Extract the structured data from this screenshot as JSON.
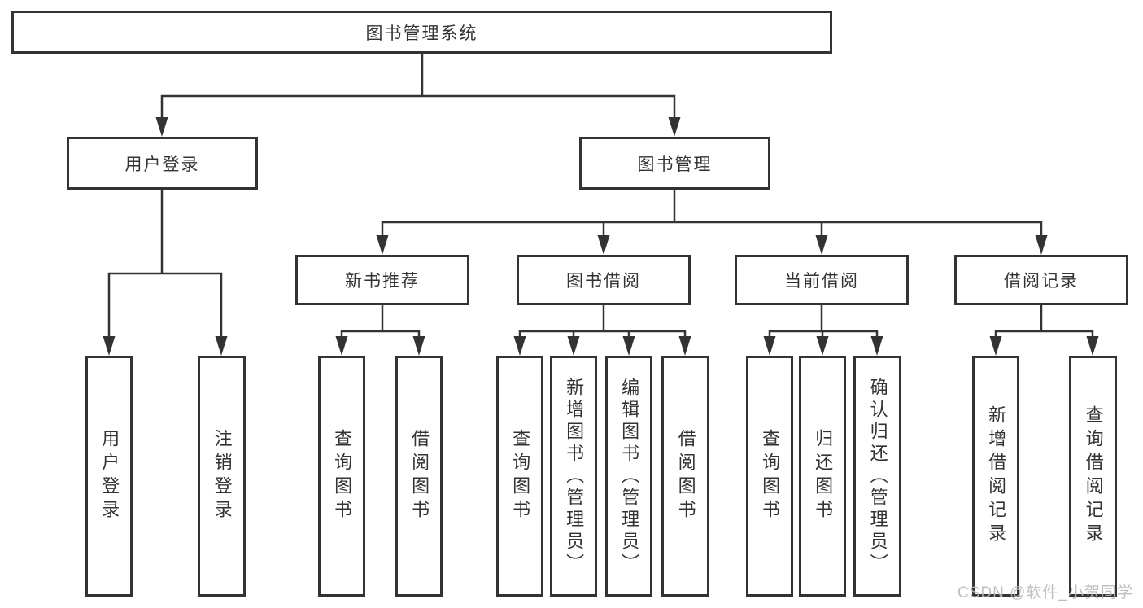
{
  "root": {
    "label": "图书管理系统"
  },
  "level2": [
    {
      "label": "用户登录"
    },
    {
      "label": "图书管理"
    }
  ],
  "level3": [
    {
      "label": "新书推荐"
    },
    {
      "label": "图书借阅"
    },
    {
      "label": "当前借阅"
    },
    {
      "label": "借阅记录"
    }
  ],
  "leaves": {
    "userLogin": [
      "用户登录",
      "注销登录"
    ],
    "newBookRecommend": [
      "查询图书",
      "借阅图书"
    ],
    "bookBorrowing": [
      "查询图书",
      "新增图书（管理员）",
      "编辑图书（管理员）",
      "借阅图书"
    ],
    "currentBorrowing": [
      "查询图书",
      "归还图书",
      "确认归还（管理员）"
    ],
    "borrowingRecords": [
      "新增借阅记录",
      "查询借阅记录"
    ]
  },
  "watermark": "CSDN @软件_小贺同学",
  "colors": {
    "line": "#333333",
    "text": "#333333",
    "background": "#ffffff",
    "watermark": "#b9b9b9"
  }
}
